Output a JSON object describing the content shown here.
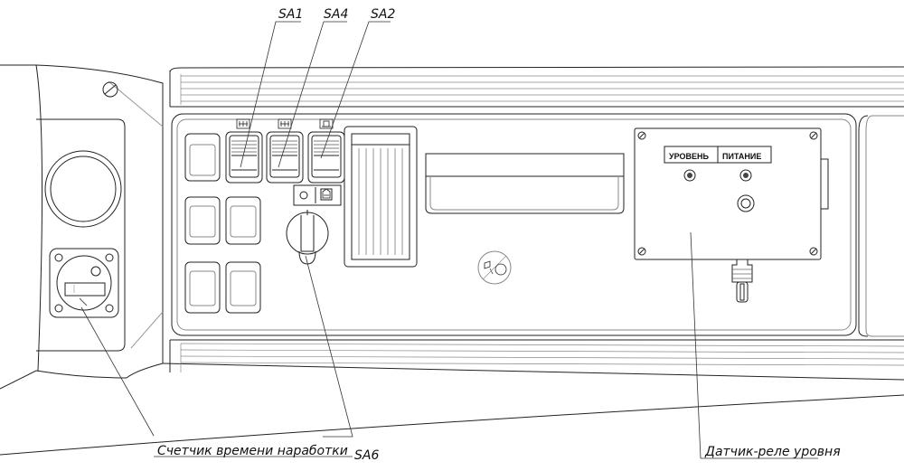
{
  "labels": {
    "sa1": "SA1",
    "sa4": "SA4",
    "sa2": "SA2",
    "sa6": "SA6",
    "hour_meter": "Счетчик времени наработки",
    "level_relay": "Датчик-реле уровня"
  },
  "level_relay_panel": {
    "level": "УРОВЕНЬ",
    "power": "ПИТАНИЕ"
  },
  "icons": {
    "sa1_symbol": "switch-symbol-icon",
    "sa4_symbol": "switch-symbol-icon",
    "sa2_symbol": "switch-symbol-icon",
    "sa6_symbol": "beacon-icon",
    "lamp_symbol": "lamp-icon"
  }
}
